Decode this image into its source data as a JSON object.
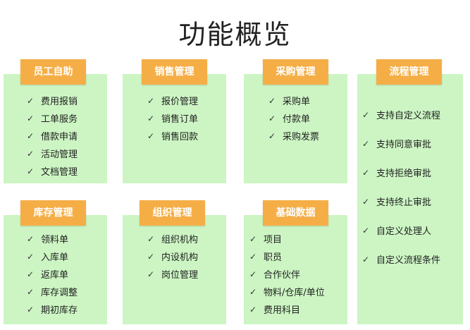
{
  "title": "功能概览",
  "check_icon": "✓",
  "modules": [
    {
      "id": "m1",
      "name": "员工自助",
      "items": [
        "费用报销",
        "工单服务",
        "借款申请",
        "活动管理",
        "文档管理"
      ]
    },
    {
      "id": "m2",
      "name": "销售管理",
      "items": [
        "报价管理",
        "销售订单",
        "销售回款"
      ]
    },
    {
      "id": "m3",
      "name": "采购管理",
      "items": [
        "采购单",
        "付款单",
        "采购发票"
      ]
    },
    {
      "id": "m4",
      "name": "流程管理",
      "items": [
        "支持自定义流程",
        "支持同意审批",
        "支持拒绝审批",
        "支持终止审批",
        "自定义处理人",
        "自定义流程条件"
      ]
    },
    {
      "id": "m5",
      "name": "库存管理",
      "items": [
        "领料单",
        "入库单",
        "返库单",
        "库存调整",
        "期初库存"
      ]
    },
    {
      "id": "m6",
      "name": "组织管理",
      "items": [
        "组织机构",
        "内设机构",
        "岗位管理"
      ]
    },
    {
      "id": "m7",
      "name": "基础数据",
      "items": [
        "项目",
        "职员",
        "合作伙伴",
        "物料/仓库/单位",
        "费用科目"
      ]
    }
  ]
}
